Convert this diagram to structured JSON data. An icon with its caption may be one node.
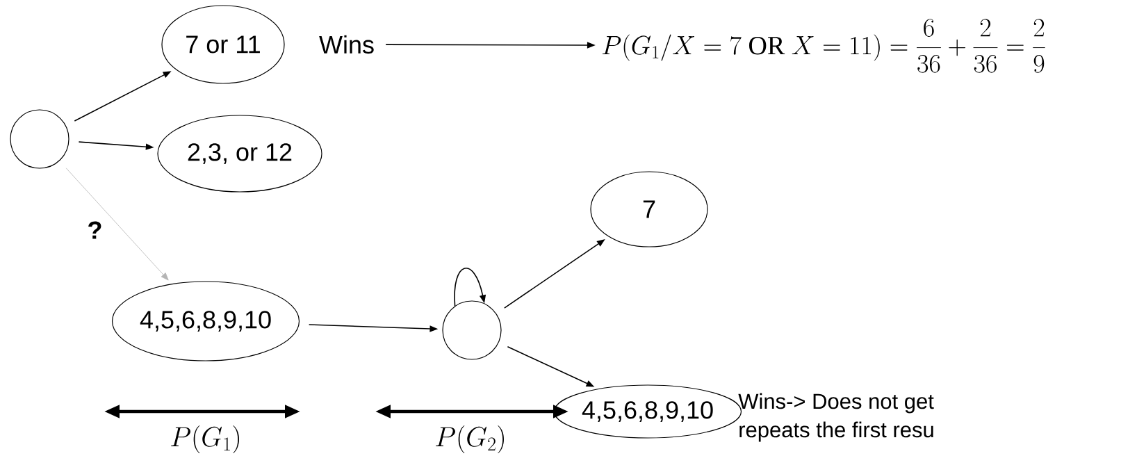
{
  "diagram": {
    "nodes": [
      {
        "text": [],
        "shape": "circle"
      },
      {
        "text": [
          "7 or 11"
        ]
      },
      {
        "text": [
          "2,3, or 12"
        ]
      },
      {
        "text": [
          "4,5,6,8,9,10"
        ]
      },
      {
        "text": [],
        "shape": "circle"
      },
      {
        "text": [
          "7"
        ]
      },
      {
        "text": [
          "4,5,6,8,9,10"
        ]
      },
      {
        "text": [
          "Wins"
        ]
      },
      {
        "text": [
          "P(G_1 / X = 7 \\text{ OR } X = 11) = \\frac{6}{36}+\\frac{2}{36}=\\frac{2}{9}"
        ]
      }
    ],
    "edges": [
      {
        "from": 0,
        "to": 1,
        "arrow": "to"
      },
      {
        "from": 0,
        "to": 2,
        "arrow": "to"
      },
      {
        "from": 0,
        "to": 3,
        "arrow": "to",
        "label": "?",
        "color": "#b4b4b4"
      },
      {
        "from": 3,
        "to": 4,
        "arrow": "to"
      },
      {
        "from": 4,
        "to": 4,
        "arrow": "to"
      },
      {
        "from": 4,
        "to": 5,
        "arrow": "to"
      },
      {
        "from": 4,
        "to": 6,
        "arrow": "to"
      },
      {
        "from": 7,
        "to": 8,
        "arrow": "to"
      }
    ],
    "labels": [
      "P(G_1)",
      "P(G_2)",
      "Wins-> Does not get",
      "repeats the first resu"
    ]
  }
}
